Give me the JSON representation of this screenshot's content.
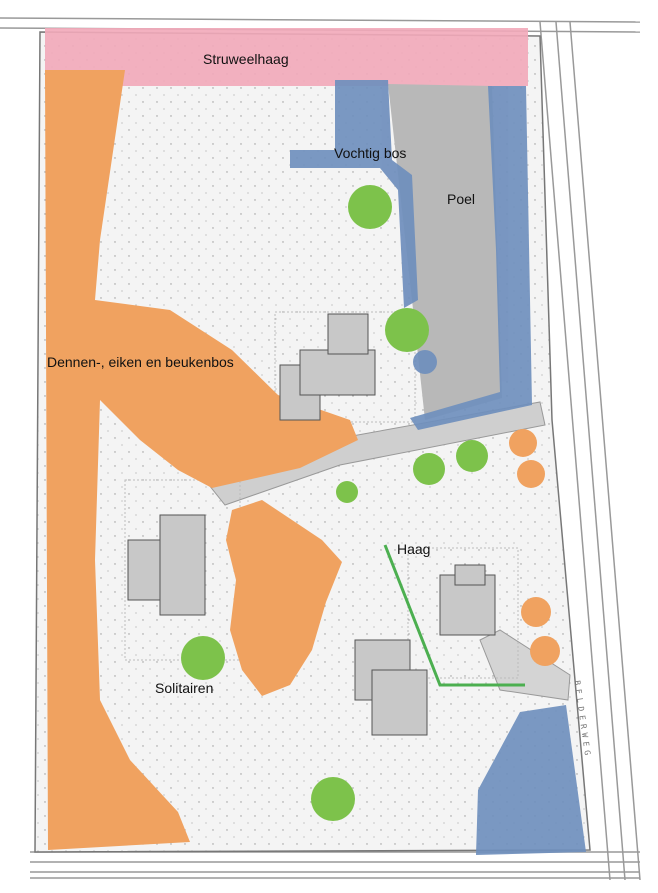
{
  "map": {
    "labels": {
      "struweelhaag": "Struweelhaag",
      "vochtig_bos": "Vochtig bos",
      "poel": "Poel",
      "bos": "Dennen-, eiken en beukenbos",
      "haag": "Haag",
      "solitairen": "Solitairen"
    },
    "road_name": "BELDERWEG",
    "colors": {
      "struweelhaag": "#f2a9b9",
      "bos": "#f0a260",
      "vochtig_bos": "#6f8fbd",
      "poel": "#b8b8b8",
      "solitairen": "#7dc24b",
      "haag": "#4caf50"
    }
  }
}
